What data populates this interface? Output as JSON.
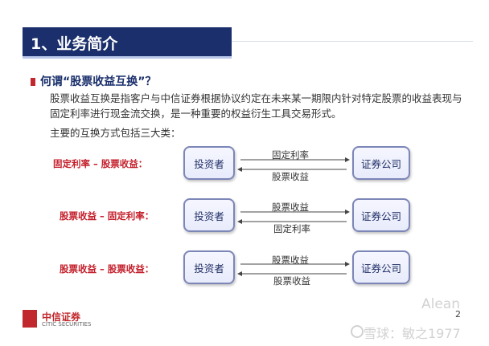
{
  "header": {
    "title": "1、业务简介",
    "section_heading": "何谓“股票收益互换”？"
  },
  "content": {
    "paragraph": "股票收益互换是指客户与中信证券根据协议约定在未来某一期限内针对特定股票的收益表现与固定利率进行现金流交换，是一种重要的权益衍生工具交易形式。",
    "sub_heading": "主要的互换方式包括三大类："
  },
  "rows": [
    {
      "label": "固定利率 – 股票收益：",
      "left": "投资者",
      "right": "证券公司",
      "top_label": "固定利率",
      "bottom_label": "股票收益"
    },
    {
      "label": "股票收益 – 固定利率：",
      "left": "投资者",
      "right": "证券公司",
      "top_label": "股票收益",
      "bottom_label": "固定利率"
    },
    {
      "label": "股票收益 – 股票收益：",
      "left": "投资者",
      "right": "证券公司",
      "top_label": "股票收益",
      "bottom_label": "股票收益"
    }
  ],
  "footer": {
    "logo_text": "中信证券",
    "logo_en": "CITIC SECURITIES",
    "page": "2"
  },
  "watermark": {
    "line1": "Alean",
    "line2": "雪球：敏之1977"
  },
  "colors": {
    "title_bar": "#1a2f6b",
    "accent_red": "#c41e2a",
    "box_border": "#7c86b7"
  }
}
